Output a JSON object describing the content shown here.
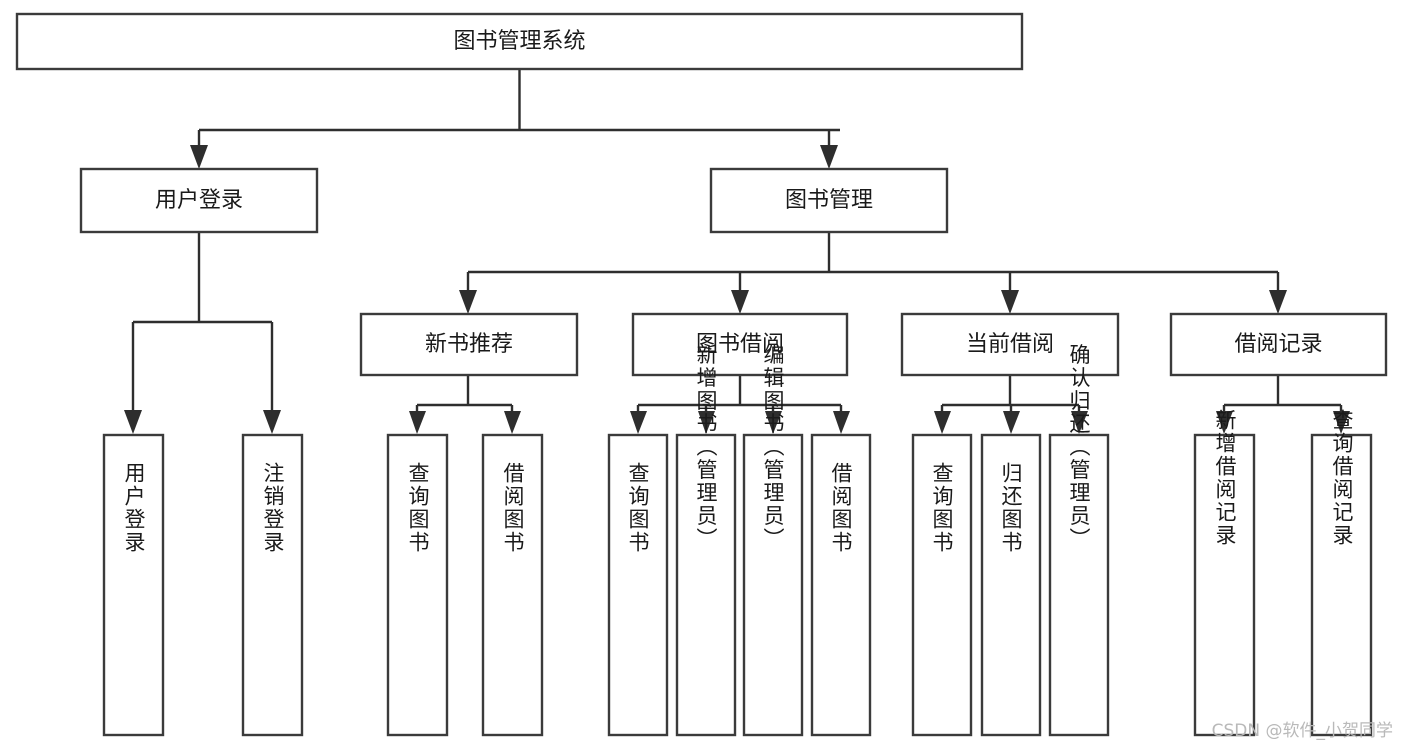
{
  "diagram": {
    "type": "tree-hierarchy-chart",
    "title": "图书管理系统",
    "orientation": "top-down",
    "colors": {
      "box_fill": "#ffffff",
      "box_stroke": "#3b3b3b",
      "edge_stroke": "#2e2e2e",
      "text": "#1a1a1a",
      "watermark": "#b9b9b9",
      "background": "#ffffff"
    },
    "root": {
      "id": "root",
      "label": "图书管理系统",
      "level": 1
    },
    "level2": [
      {
        "id": "user-login",
        "label": "用户登录",
        "level": 2
      },
      {
        "id": "book-manage",
        "label": "图书管理",
        "level": 2
      }
    ],
    "level3": [
      {
        "id": "new-book-rec",
        "label": "新书推荐",
        "level": 3,
        "parent": "book-manage"
      },
      {
        "id": "book-borrow",
        "label": "图书借阅",
        "level": 3,
        "parent": "book-manage"
      },
      {
        "id": "current-borrow",
        "label": "当前借阅",
        "level": 3,
        "parent": "book-manage"
      },
      {
        "id": "borrow-record",
        "label": "借阅记录",
        "level": 3,
        "parent": "book-manage"
      }
    ],
    "leaves": [
      {
        "id": "leaf-user-login",
        "label": "用户登录",
        "parent": "user-login"
      },
      {
        "id": "leaf-logout",
        "label": "注销登录",
        "parent": "user-login"
      },
      {
        "id": "leaf-query-book-1",
        "label": "查询图书",
        "parent": "new-book-rec"
      },
      {
        "id": "leaf-borrow-book-1",
        "label": "借阅图书",
        "parent": "new-book-rec"
      },
      {
        "id": "leaf-query-book-2",
        "label": "查询图书",
        "parent": "book-borrow"
      },
      {
        "id": "leaf-add-book",
        "label": "新增图书（管理员）",
        "parent": "book-borrow"
      },
      {
        "id": "leaf-edit-book",
        "label": "编辑图书（管理员）",
        "parent": "book-borrow"
      },
      {
        "id": "leaf-borrow-book-2",
        "label": "借阅图书",
        "parent": "book-borrow"
      },
      {
        "id": "leaf-query-book-3",
        "label": "查询图书",
        "parent": "current-borrow"
      },
      {
        "id": "leaf-return-book",
        "label": "归还图书",
        "parent": "current-borrow"
      },
      {
        "id": "leaf-confirm-return",
        "label": "确认归还（管理员）",
        "parent": "current-borrow"
      },
      {
        "id": "leaf-add-record",
        "label": "新增借阅记录",
        "parent": "borrow-record"
      },
      {
        "id": "leaf-query-record",
        "label": "查询借阅记录",
        "parent": "borrow-record"
      }
    ]
  },
  "watermark": {
    "text": "CSDN @软件_小贺同学"
  }
}
